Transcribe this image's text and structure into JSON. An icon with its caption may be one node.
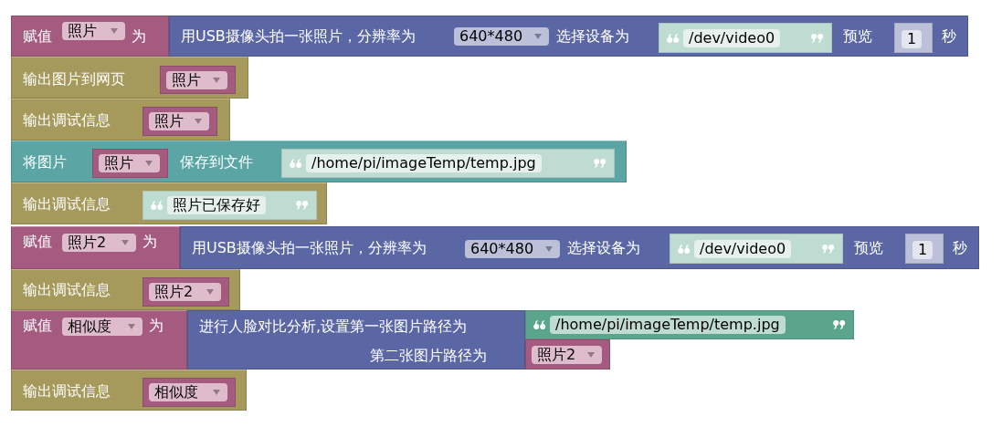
{
  "diagram": {
    "nodes": [
      {
        "text": [
          "赋值",
          "为"
        ]
      },
      {
        "text": [
          "照片"
        ],
        "in": 0
      },
      {
        "text": [
          "用USB摄像头拍一张照片，分辨率为",
          "选择设备为",
          "预览",
          "秒"
        ]
      },
      {
        "text": [
          "640*480"
        ],
        "in": 2
      },
      {
        "text": [
          "/dev/video0"
        ],
        "in": 2
      },
      {
        "text": [
          "1"
        ],
        "in": 2
      },
      {
        "text": [
          "输出图片到网页"
        ]
      },
      {
        "text": [
          "照片"
        ],
        "in": 6
      },
      {
        "text": [
          "输出调试信息"
        ]
      },
      {
        "text": [
          "照片"
        ],
        "in": 8
      },
      {
        "text": [
          "将图片",
          "保存到文件"
        ]
      },
      {
        "text": [
          "照片"
        ],
        "in": 10
      },
      {
        "text": [
          "/home/pi/imageTemp/temp.jpg"
        ],
        "in": 10
      },
      {
        "text": [
          "输出调试信息"
        ]
      },
      {
        "text": [
          "照片已保存好"
        ],
        "in": 13
      },
      {
        "text": [
          "赋值",
          "为"
        ]
      },
      {
        "text": [
          "照片2"
        ],
        "in": 15
      },
      {
        "text": [
          "用USB摄像头拍一张照片，分辨率为",
          "选择设备为",
          "预览",
          "秒"
        ]
      },
      {
        "text": [
          "640*480"
        ],
        "in": 17
      },
      {
        "text": [
          "/dev/video0"
        ],
        "in": 17
      },
      {
        "text": [
          "1"
        ],
        "in": 17
      },
      {
        "text": [
          "输出调试信息"
        ]
      },
      {
        "text": [
          "照片2"
        ],
        "in": 21
      },
      {
        "text": [
          "赋值",
          "为"
        ]
      },
      {
        "text": [
          "相似度"
        ],
        "in": 23
      },
      {
        "text": [
          "进行人脸对比分析,设置第一张图片路径为",
          "第二张图片路径为"
        ]
      },
      {
        "text": [
          "/home/pi/imageTemp/temp.jpg"
        ]
      },
      {
        "text": [
          "照片2"
        ]
      },
      {
        "text": [
          "输出调试信息"
        ]
      },
      {
        "text": [
          "相似度"
        ],
        "in": 28
      }
    ]
  }
}
